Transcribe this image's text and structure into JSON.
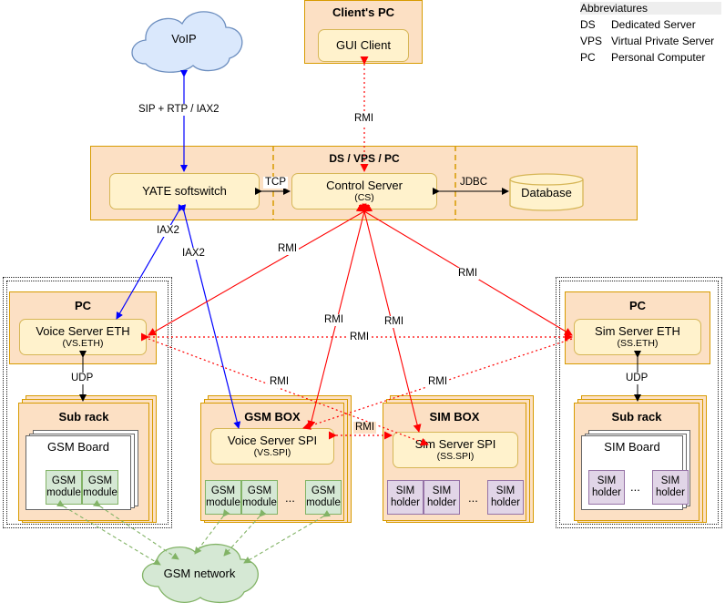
{
  "legend": {
    "title": "Abbreviatures",
    "items": [
      {
        "abbr": "DS",
        "meaning": "Dedicated Server"
      },
      {
        "abbr": "VPS",
        "meaning": "Virtual Private Server"
      },
      {
        "abbr": "PC",
        "meaning": "Personal Computer"
      }
    ]
  },
  "cloud_voip": "VoIP",
  "cloud_gsm": "GSM network",
  "clients_pc": {
    "title": "Client's PC",
    "gui": "GUI Client"
  },
  "server": {
    "title": "DS / VPS / PC",
    "yate": "YATE softswitch",
    "cs_name": "Control Server",
    "cs_abbr": "(CS)",
    "database": "Database"
  },
  "left_pc": {
    "title": "PC",
    "vs_name": "Voice Server ETH",
    "vs_abbr": "(VS.ETH)",
    "subrack": "Sub rack",
    "board": "GSM Board",
    "modules": [
      "GSM\nmodule",
      "GSM\nmodule"
    ]
  },
  "gsm_box": {
    "title": "GSM BOX",
    "vs_name": "Voice Server SPI",
    "vs_abbr": "(VS.SPI)",
    "modules": [
      "GSM\nmodule",
      "GSM\nmodule",
      "GSM\nmodule"
    ],
    "ellipsis": "..."
  },
  "sim_box": {
    "title": "SIM BOX",
    "ss_name": "Sim Server SPI",
    "ss_abbr": "(SS.SPI)",
    "holders": [
      "SIM\nholder",
      "SIM\nholder",
      "SIM\nholder"
    ],
    "ellipsis": "..."
  },
  "right_pc": {
    "title": "PC",
    "ss_name": "Sim Server ETH",
    "ss_abbr": "(SS.ETH)",
    "subrack": "Sub rack",
    "board": "SIM Board",
    "holders": [
      "SIM\nholder",
      "SIM\nholder"
    ],
    "ellipsis": "..."
  },
  "labels": {
    "sip": "SIP + RTP / IAX2",
    "rmi": "RMI",
    "tcp": "TCP",
    "jdbc": "JDBC",
    "iax2": "IAX2",
    "udp": "UDP"
  },
  "colors": {
    "blue_line": "#0000ff",
    "red_line": "#ff0000",
    "green_line": "#82b366",
    "orange_fill": "#fce0c4",
    "yellow_fill": "#fff2cc"
  }
}
